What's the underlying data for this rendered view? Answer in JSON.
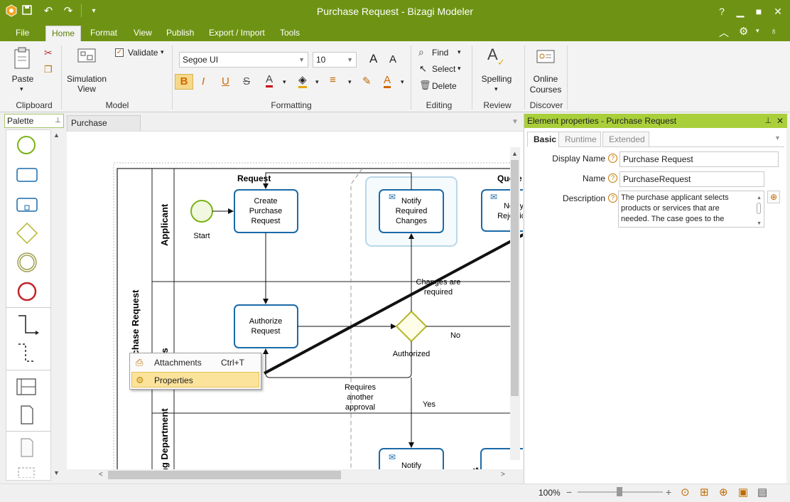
{
  "window": {
    "title": "Purchase Request - Bizagi Modeler"
  },
  "menu": {
    "tabs": [
      "File",
      "Home",
      "Format",
      "View",
      "Publish",
      "Export / Import",
      "Tools"
    ]
  },
  "ribbon": {
    "paste_label": "Paste",
    "clipboard_group": "Clipboard",
    "simulation_view_label": "Simulation View",
    "validate_label": "Validate",
    "model_group": "Model",
    "font_name": "Segoe UI",
    "font_size": "10",
    "formatting_group": "Formatting",
    "find_label": "Find",
    "select_label": "Select",
    "delete_label": "Delete",
    "editing_group": "Editing",
    "spelling_label": "Spelling",
    "review_group": "Review",
    "online_courses_label": "Online Courses",
    "discover_group": "Discover",
    "bold_glyph": "B",
    "italic_glyph": "I",
    "underline_glyph": "U",
    "strike_glyph": "S",
    "font_color_glyph": "A",
    "grow_glyph": "A",
    "shrink_glyph": "A",
    "spell_glyph": "A"
  },
  "palette": {
    "title": "Palette"
  },
  "document": {
    "tab_label": "Purchase Request"
  },
  "diagram": {
    "pool_label": "Purchase Request",
    "lane_applicant": "Applicant",
    "lane_boss": "Boss",
    "lane_purchasing": "Purchasing Department",
    "phase_request": "Request",
    "phase_quote": "Quote",
    "start_label": "Start",
    "task_create": [
      "Create",
      "Purchase",
      "Request"
    ],
    "task_notify_changes": [
      "Notify",
      "Required",
      "Changes"
    ],
    "task_notify_reject": [
      "Notify",
      "Rejection"
    ],
    "task_authorize": [
      "Authorize",
      "Request"
    ],
    "gateway_label": "Authorized",
    "flow_changes": [
      "Changes are",
      "required"
    ],
    "flow_no": "No",
    "flow_yes": "Yes",
    "flow_requires": [
      "Requires",
      "another",
      "approval"
    ],
    "task_notify_bottom": "Notify"
  },
  "context_menu": {
    "items": [
      {
        "label": "Attachments",
        "shortcut": "Ctrl+T"
      },
      {
        "label": "Properties",
        "shortcut": ""
      }
    ]
  },
  "properties_panel": {
    "title": "Element properties - Purchase Request",
    "tabs": [
      "Basic",
      "Runtime",
      "Extended"
    ],
    "display_name_label": "Display Name",
    "display_name_value": "Purchase Request",
    "name_label": "Name",
    "name_value": "PurchaseRequest",
    "description_label": "Description",
    "description_lines": [
      "The purchase applicant selects",
      "products or services that are",
      "needed. The case goes to the"
    ]
  },
  "statusbar": {
    "zoom": "100%"
  }
}
